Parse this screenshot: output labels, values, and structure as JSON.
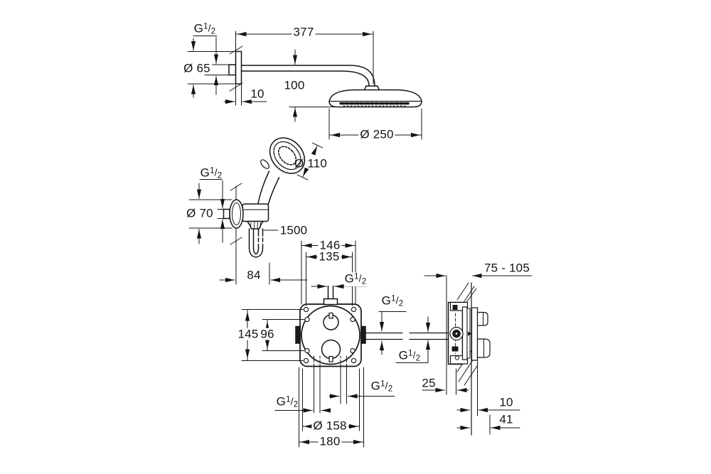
{
  "drawing": {
    "kind": "technical dimension drawing",
    "subject": "concealed thermostatic shower set with head shower, hand shower and rough-in mixer",
    "line_color": "#141414",
    "background_color": "#ffffff"
  },
  "g_half": {
    "g": "G",
    "sup": "1",
    "slash": "/",
    "sub": "2"
  },
  "head_shower": {
    "arm_length": "377",
    "head_drop": "100",
    "flange_diameter": "Ø 65",
    "flange_thickness": "10",
    "head_diameter": "Ø 250"
  },
  "hand_shower": {
    "head_diameter": "Ø 110",
    "holder_flange_diameter": "Ø 70",
    "hose_length": "1500",
    "holder_offset": "84"
  },
  "mixer_front": {
    "box_width": "146",
    "screw_spacing_horizontal": "135",
    "height": "145",
    "screw_spacing_vertical": "96",
    "rosette_diameter": "Ø 158",
    "plate_width": "180"
  },
  "mixer_side": {
    "installation_depth": "75 - 105",
    "box_depth": "25",
    "plate_offset": "10",
    "knob_projection": "41"
  }
}
